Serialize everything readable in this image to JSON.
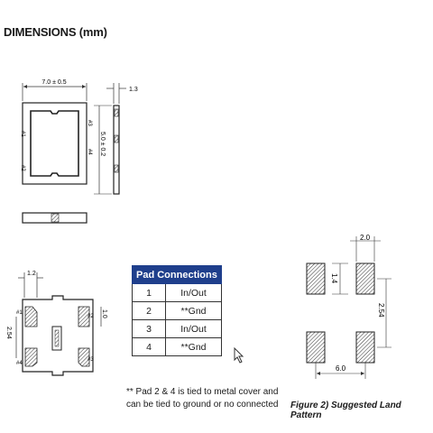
{
  "title": "DIMENSIONS (mm)",
  "top_view": {
    "width_dim": "7.0 ± 0.5",
    "height_dim": "5.0 ± 0.2",
    "thickness_dim": "1.3",
    "pad_labels": [
      "#1",
      "#2",
      "#3",
      "#4"
    ]
  },
  "bottom_view": {
    "pad_width_dim": "1.2",
    "pitch_dim": "2.54",
    "pad_height_dim": "1.0",
    "pad_labels": [
      "#1",
      "#2",
      "#3",
      "#4"
    ]
  },
  "pad_table": {
    "header": "Pad Connections",
    "rows": [
      {
        "pad": "1",
        "connection": "In/Out"
      },
      {
        "pad": "2",
        "connection": "**Gnd"
      },
      {
        "pad": "3",
        "connection": "In/Out"
      },
      {
        "pad": "4",
        "connection": "**Gnd"
      }
    ]
  },
  "note_line1": "** Pad 2 & 4 is tied to metal cover and",
  "note_line2": "can be tied to ground or no connected",
  "land_pattern": {
    "pad_width_dim": "2.0",
    "pad_height_dim": "1.4",
    "vertical_pitch_dim": "2.54",
    "overall_width_dim": "6.0",
    "caption": "Figure 2) Suggested Land Pattern"
  }
}
